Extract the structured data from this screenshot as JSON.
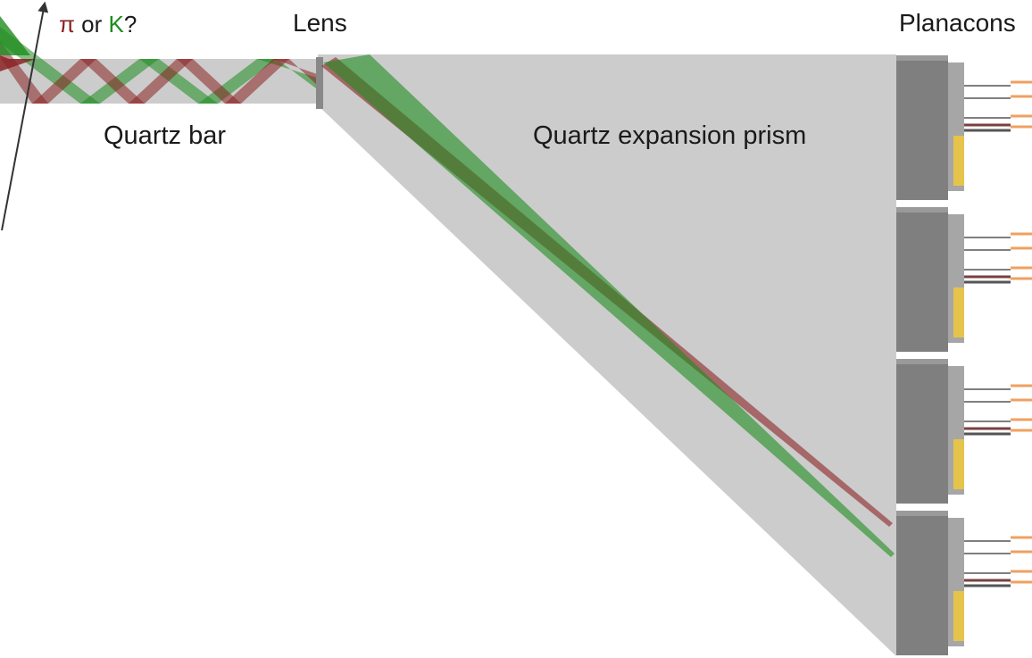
{
  "labels": {
    "pi_symbol": "π",
    "or_word": " or ",
    "k_symbol": "K",
    "question_mark": "?",
    "lens": "Lens",
    "planacons": "Planacons",
    "quartz_bar": "Quartz bar",
    "expansion_prism": "Quartz expansion prism"
  },
  "colors": {
    "pion_beam": "#8b2323",
    "kaon_beam": "#1e8c1e",
    "quartz": "#cccccc",
    "lens": "#888888",
    "planacon_body": "#7f7f7f",
    "planacon_side": "#a6a6a6",
    "pads": "#e6c44c",
    "connectors": "#f0a060",
    "track": "#333333"
  },
  "icons": {
    "track_arrow": "arrow-up-right-icon",
    "planacon": "planacon-icon"
  },
  "planacon_count": 4
}
